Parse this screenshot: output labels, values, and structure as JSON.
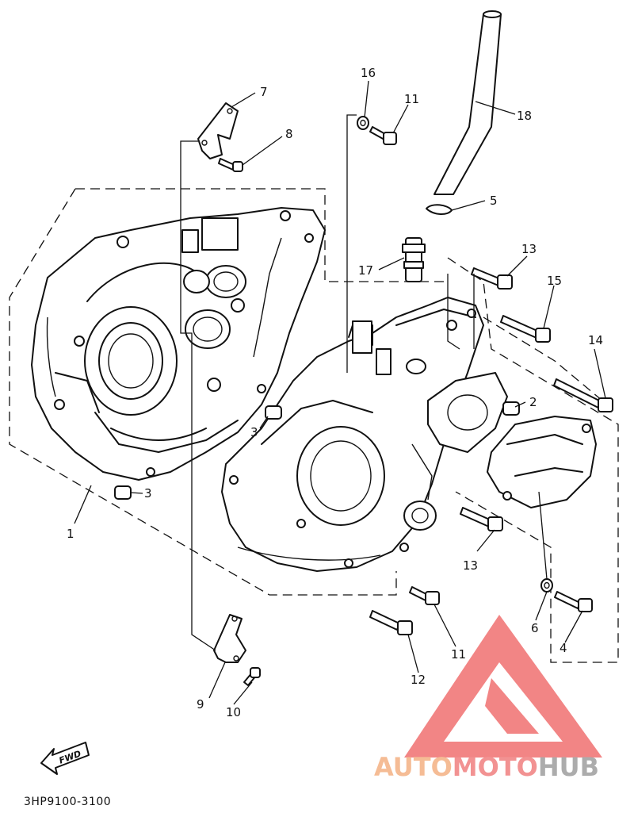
{
  "diagram": {
    "callouts": [
      {
        "id": "c1",
        "label": "1"
      },
      {
        "id": "c2",
        "label": "2"
      },
      {
        "id": "c3a",
        "label": "3"
      },
      {
        "id": "c3b",
        "label": "3"
      },
      {
        "id": "c4",
        "label": "4"
      },
      {
        "id": "c5",
        "label": "5"
      },
      {
        "id": "c6",
        "label": "6"
      },
      {
        "id": "c7",
        "label": "7"
      },
      {
        "id": "c8",
        "label": "8"
      },
      {
        "id": "c9",
        "label": "9"
      },
      {
        "id": "c10",
        "label": "10"
      },
      {
        "id": "c11a",
        "label": "11"
      },
      {
        "id": "c11b",
        "label": "11"
      },
      {
        "id": "c12",
        "label": "12"
      },
      {
        "id": "c13a",
        "label": "13"
      },
      {
        "id": "c13b",
        "label": "13"
      },
      {
        "id": "c14",
        "label": "14"
      },
      {
        "id": "c15",
        "label": "15"
      },
      {
        "id": "c16",
        "label": "16"
      },
      {
        "id": "c17",
        "label": "17"
      },
      {
        "id": "c18",
        "label": "18"
      }
    ],
    "fwd_label": "FWD",
    "part_code": "3HP9100-3100"
  },
  "watermark": {
    "part1": "AUTO",
    "part2": "MOTO",
    "part3": "HUB",
    "colors": {
      "auto": "#f4b183",
      "moto": "#f08080",
      "hub": "#9e9e9e",
      "logo": "#f07070"
    }
  }
}
